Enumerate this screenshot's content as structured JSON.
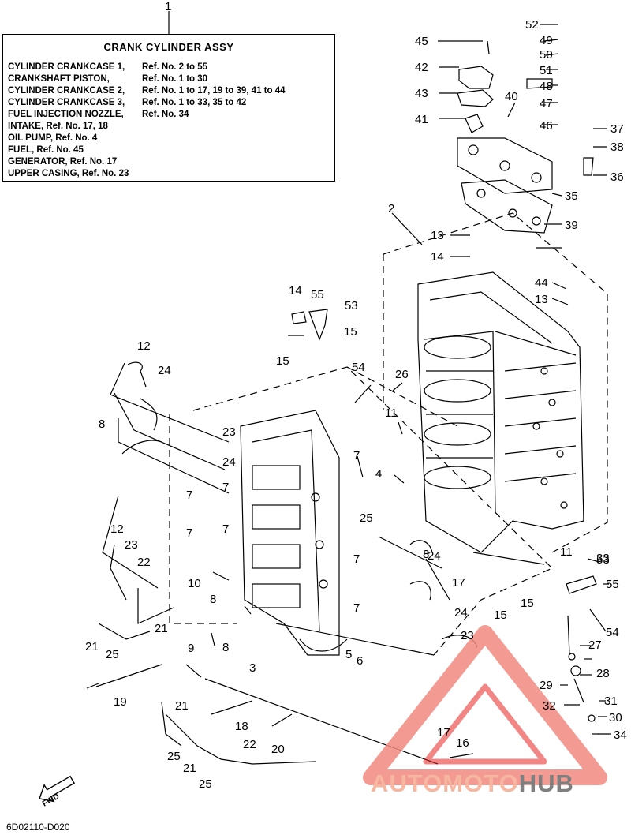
{
  "infobox": {
    "ref_number": "1",
    "title": "CRANK  CYLINDER ASSY",
    "lines": [
      {
        "name": "CYLINDER CRANKCASE 1,",
        "ref": "Ref. No. 2 to 55"
      },
      {
        "name": "CRANKSHAFT PISTON,",
        "ref": "Ref. No. 1 to 30"
      },
      {
        "name": "CYLINDER CRANKCASE 2,",
        "ref": "Ref. No. 1 to 17, 19 to 39, 41 to 44"
      },
      {
        "name": "CYLINDER CRANKCASE 3,",
        "ref": "Ref. No. 1 to 33, 35 to 42"
      },
      {
        "name": "FUEL INJECTION NOZZLE,",
        "ref": "Ref. No. 34"
      },
      {
        "name": "INTAKE, Ref. No. 17, 18",
        "ref": ""
      },
      {
        "name": "OIL PUMP, Ref. No. 4",
        "ref": ""
      },
      {
        "name": "FUEL, Ref. No. 45",
        "ref": ""
      },
      {
        "name": "GENERATOR,  Ref. No. 17",
        "ref": ""
      },
      {
        "name": "UPPER CASING, Ref. No. 23",
        "ref": ""
      }
    ]
  },
  "callouts": [
    "52",
    "45",
    "49",
    "50",
    "42",
    "51",
    "48",
    "43",
    "40",
    "47",
    "41",
    "46",
    "37",
    "38",
    "36",
    "35",
    "39",
    "2",
    "13",
    "14",
    "44",
    "13",
    "14",
    "55",
    "53",
    "15",
    "15",
    "54",
    "26",
    "11",
    "12",
    "24",
    "23",
    "8",
    "24",
    "7",
    "7",
    "7",
    "7",
    "7",
    "4",
    "12",
    "23",
    "22",
    "25",
    "8",
    "7",
    "24",
    "10",
    "8",
    "17",
    "15",
    "15",
    "7",
    "24",
    "21",
    "21",
    "25",
    "8",
    "9",
    "3",
    "5",
    "6",
    "23",
    "19",
    "21",
    "18",
    "20",
    "22",
    "25",
    "21",
    "25",
    "17",
    "16",
    "11",
    "53",
    "55",
    "54",
    "27",
    "28",
    "29",
    "32",
    "31",
    "30",
    "34",
    "33"
  ],
  "figure_code": "6D02110-D020",
  "fwd_label": "FWD",
  "watermark": {
    "part1": "AUTOMOTO",
    "part2": "HUB",
    "color1": "#f6b6a0",
    "color2": "#7f7f7f",
    "triangle_color": "#e8231f"
  }
}
